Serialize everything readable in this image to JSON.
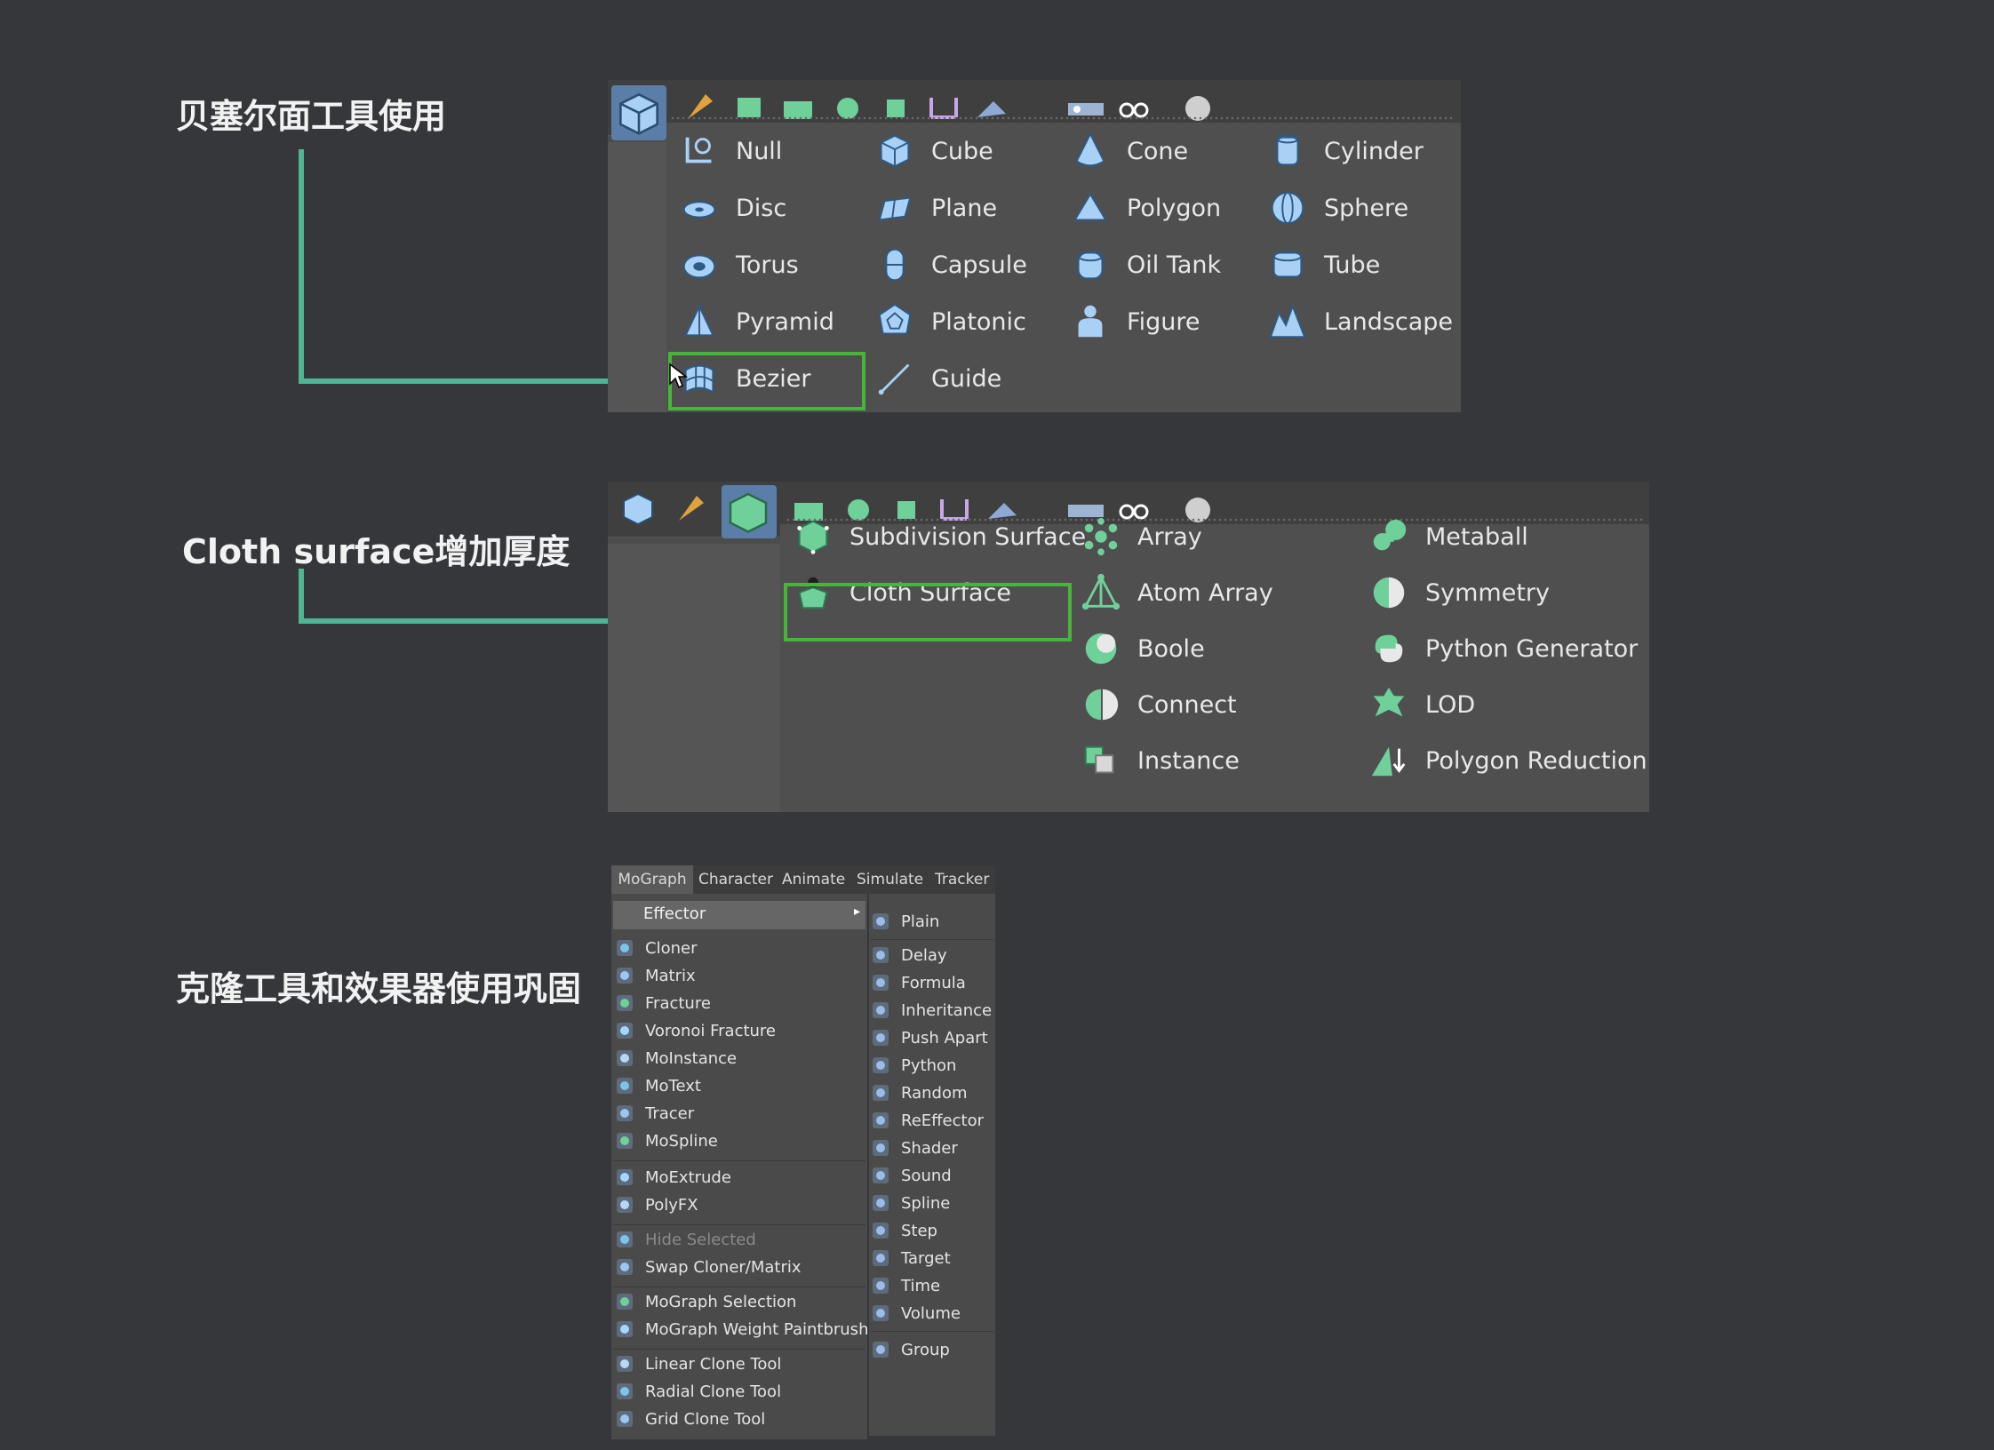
{
  "captions": {
    "bezier": "贝塞尔面工具使用",
    "cloth": "Cloth surface增加厚度",
    "cloner": "克隆工具和效果器使用巩固"
  },
  "menu1": {
    "columns": [
      [
        {
          "label": "Null",
          "icon": "null-icon"
        },
        {
          "label": "Disc",
          "icon": "disc-icon"
        },
        {
          "label": "Torus",
          "icon": "torus-icon"
        },
        {
          "label": "Pyramid",
          "icon": "pyramid-icon"
        },
        {
          "label": "Bezier",
          "icon": "bezier-icon"
        }
      ],
      [
        {
          "label": "Cube",
          "icon": "cube-icon"
        },
        {
          "label": "Plane",
          "icon": "plane-icon"
        },
        {
          "label": "Capsule",
          "icon": "capsule-icon"
        },
        {
          "label": "Platonic",
          "icon": "platonic-icon"
        },
        {
          "label": "Guide",
          "icon": "guide-icon"
        }
      ],
      [
        {
          "label": "Cone",
          "icon": "cone-icon"
        },
        {
          "label": "Polygon",
          "icon": "polygon-icon"
        },
        {
          "label": "Oil Tank",
          "icon": "oil-tank-icon"
        },
        {
          "label": "Figure",
          "icon": "figure-icon"
        }
      ],
      [
        {
          "label": "Cylinder",
          "icon": "cylinder-icon"
        },
        {
          "label": "Sphere",
          "icon": "sphere-icon"
        },
        {
          "label": "Tube",
          "icon": "tube-icon"
        },
        {
          "label": "Landscape",
          "icon": "landscape-icon"
        }
      ]
    ],
    "highlighted": "Bezier"
  },
  "menu2": {
    "columns": [
      [
        {
          "label": "Subdivision Surface",
          "icon": "subdivision-surface-icon"
        },
        {
          "label": "Cloth Surface",
          "icon": "cloth-surface-icon"
        }
      ],
      [
        {
          "label": "Array",
          "icon": "array-icon"
        },
        {
          "label": "Atom Array",
          "icon": "atom-array-icon"
        },
        {
          "label": "Boole",
          "icon": "boole-icon"
        },
        {
          "label": "Connect",
          "icon": "connect-icon"
        },
        {
          "label": "Instance",
          "icon": "instance-icon"
        }
      ],
      [
        {
          "label": "Metaball",
          "icon": "metaball-icon"
        },
        {
          "label": "Symmetry",
          "icon": "symmetry-icon"
        },
        {
          "label": "Python Generator",
          "icon": "python-generator-icon"
        },
        {
          "label": "LOD",
          "icon": "lod-icon"
        },
        {
          "label": "Polygon Reduction",
          "icon": "polygon-reduction-icon"
        }
      ]
    ],
    "highlighted": "Cloth Surface"
  },
  "mograph": {
    "menubar": [
      "MoGraph",
      "Character",
      "Animate",
      "Simulate",
      "Tracker"
    ],
    "effector_label": "Effector",
    "left": [
      "Cloner",
      "Matrix",
      "Fracture",
      "Voronoi Fracture",
      "MoInstance",
      "MoText",
      "Tracer",
      "MoSpline",
      "MoExtrude",
      "PolyFX",
      "Hide Selected",
      "Swap Cloner/Matrix",
      "MoGraph Selection",
      "MoGraph Weight Paintbrush",
      "Linear Clone Tool",
      "Radial Clone Tool",
      "Grid Clone Tool"
    ],
    "right": [
      "Plain",
      "Delay",
      "Formula",
      "Inheritance",
      "Push Apart",
      "Python",
      "Random",
      "ReEffector",
      "Shader",
      "Sound",
      "Spline",
      "Step",
      "Target",
      "Time",
      "Volume",
      "Group"
    ],
    "disabled": [
      "Hide Selected"
    ]
  },
  "colors": {
    "background": "#35373b",
    "accent_line": "#4fb593",
    "highlight_border": "#47b53a",
    "menu_bg": "#4f4f4f",
    "icon_blue": "#9cc6ee",
    "icon_green": "#6fd09a"
  }
}
